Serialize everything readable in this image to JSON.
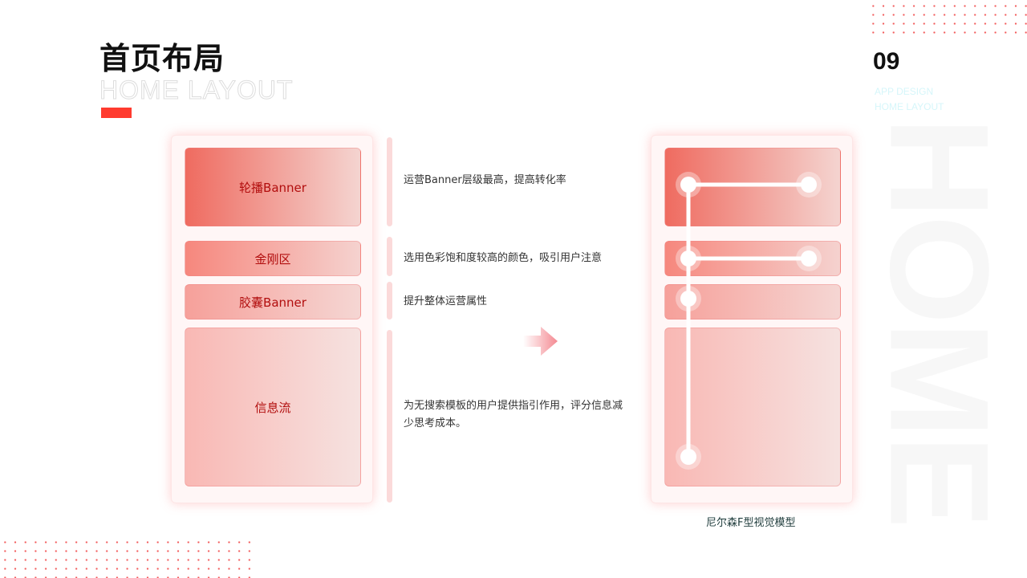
{
  "header": {
    "title": "首页布局",
    "subtitle": "HOME LAYOUT",
    "page_number": "09",
    "tag_line1": "APP DESIGN",
    "tag_line2": "HOME LAYOUT"
  },
  "watermark": "HOME",
  "left_phone": {
    "blocks": [
      {
        "label": "轮播Banner"
      },
      {
        "label": "金刚区"
      },
      {
        "label": "胶囊Banner"
      },
      {
        "label": "信息流"
      }
    ]
  },
  "descriptions": [
    "运营Banner层级最高，提高转化率",
    "选用色彩饱和度较高的颜色，吸引用户注意",
    "提升整体运营属性",
    "为无搜索模板的用户提供指引作用，评分信息减少思考成本。"
  ],
  "right_phone": {
    "caption": "尼尔森F型视觉模型"
  },
  "colors": {
    "accent": "#ff3b2f",
    "block_text": "#b20e0e"
  }
}
